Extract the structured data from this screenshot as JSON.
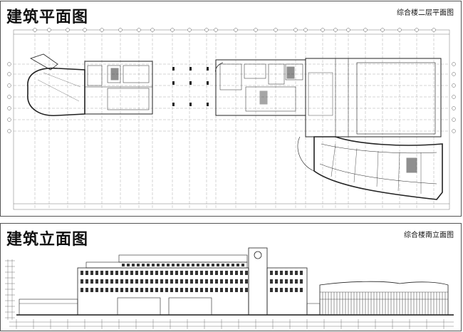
{
  "plan": {
    "title": "建筑平面图",
    "subtitle": "综合楼二层平面图"
  },
  "elevation": {
    "title": "建筑立面图",
    "subtitle": "综合楼南立面图"
  },
  "colors": {
    "line": "#222222",
    "grid": "#555555",
    "panel_border": "#555555"
  }
}
